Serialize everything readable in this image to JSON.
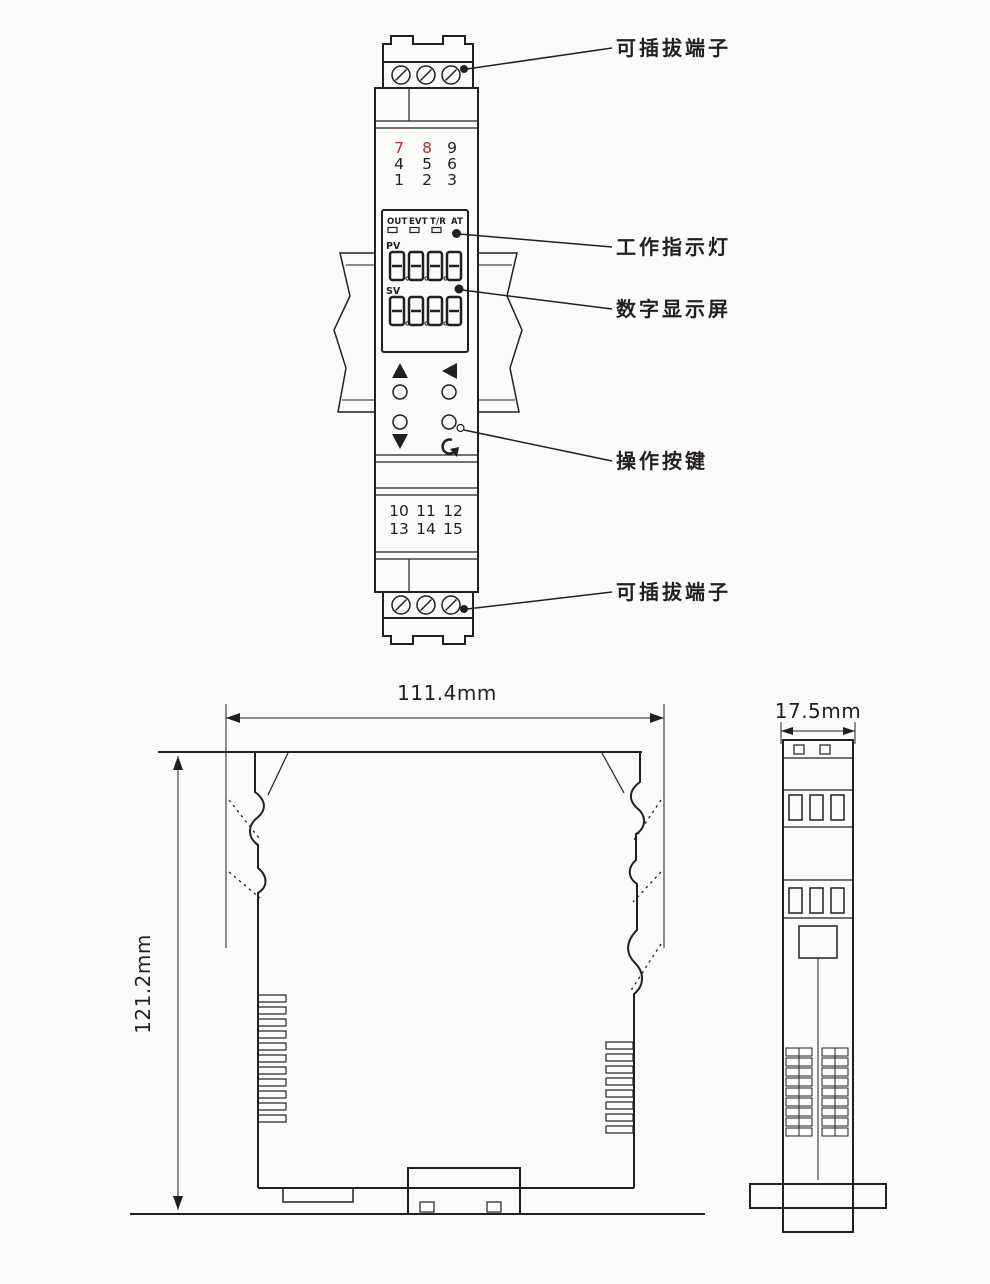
{
  "colors": {
    "ink": "#231f20",
    "red": "#c9252c",
    "background": "#fbfbf9"
  },
  "callouts": {
    "top_terminal": "可插拔端子",
    "indicator": "工作指示灯",
    "display": "数字显示屏",
    "buttons": "操作按键",
    "bottom_terminal": "可插拔端子"
  },
  "front_view": {
    "upper_terminals": {
      "row1": [
        "7",
        "8",
        "9"
      ],
      "row2": [
        "4",
        "5",
        "6"
      ],
      "row3": [
        "1",
        "2",
        "3"
      ]
    },
    "indicators": [
      "OUT",
      "EVT",
      "T/R",
      "AT"
    ],
    "pv": "PV",
    "sv": "SV",
    "lower_terminals": {
      "row1": [
        "10",
        "11",
        "12"
      ],
      "row2": [
        "13",
        "14",
        "15"
      ]
    }
  },
  "dimensions": {
    "width": "111.4mm",
    "height": "121.2mm",
    "depth": "17.5mm"
  }
}
